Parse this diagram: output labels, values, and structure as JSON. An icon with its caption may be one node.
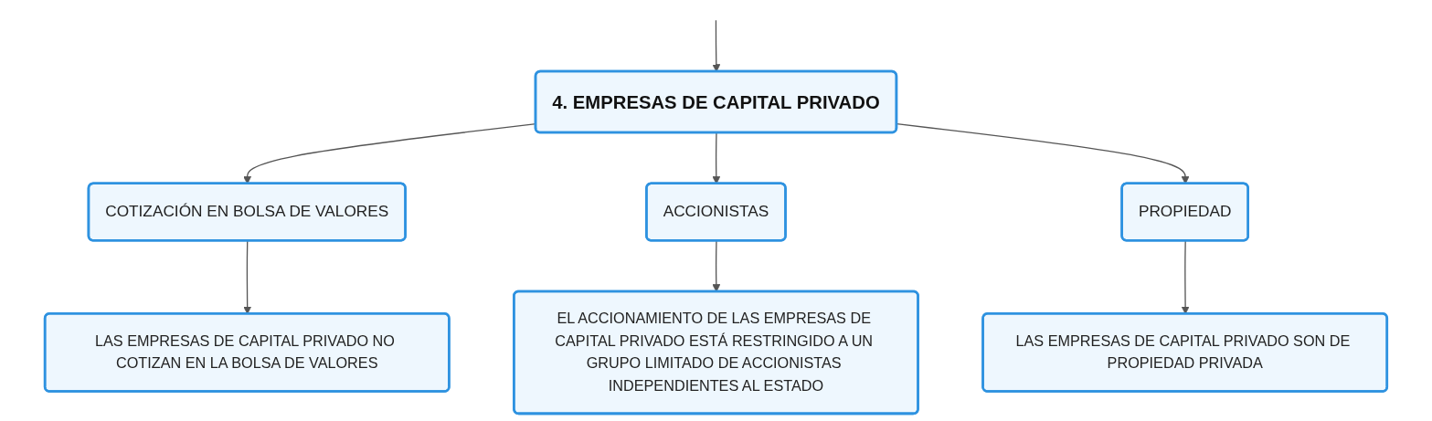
{
  "diagram": {
    "nodes": [
      {
        "text": [
          "4. EMPRESAS DE CAPITAL PRIVADO"
        ]
      },
      {
        "text": [
          "COTIZACIÓN EN BOLSA DE VALORES"
        ]
      },
      {
        "text": [
          "ACCIONISTAS"
        ]
      },
      {
        "text": [
          "PROPIEDAD"
        ]
      },
      {
        "text": [
          "LAS EMPRESAS DE CAPITAL PRIVADO NO COTIZAN EN LA BOLSA DE VALORES"
        ]
      },
      {
        "text": [
          "EL ACCIONAMIENTO DE LAS EMPRESAS DE CAPITAL PRIVADO ESTÁ RESTRINGIDO A UN GRUPO LIMITADO DE ACCIONISTAS INDEPENDIENTES AL ESTADO"
        ]
      },
      {
        "text": [
          "LAS EMPRESAS DE CAPITAL PRIVADO SON DE PROPIEDAD PRIVADA"
        ]
      }
    ],
    "edges": [
      {
        "from": null,
        "to": 0,
        "arrow": "to"
      },
      {
        "from": 0,
        "to": 1,
        "arrow": "to"
      },
      {
        "from": 0,
        "to": 2,
        "arrow": "to"
      },
      {
        "from": 0,
        "to": 3,
        "arrow": "to"
      },
      {
        "from": 1,
        "to": 4,
        "arrow": "to"
      },
      {
        "from": 2,
        "to": 5,
        "arrow": "to"
      },
      {
        "from": 3,
        "to": 6,
        "arrow": "to"
      }
    ]
  }
}
